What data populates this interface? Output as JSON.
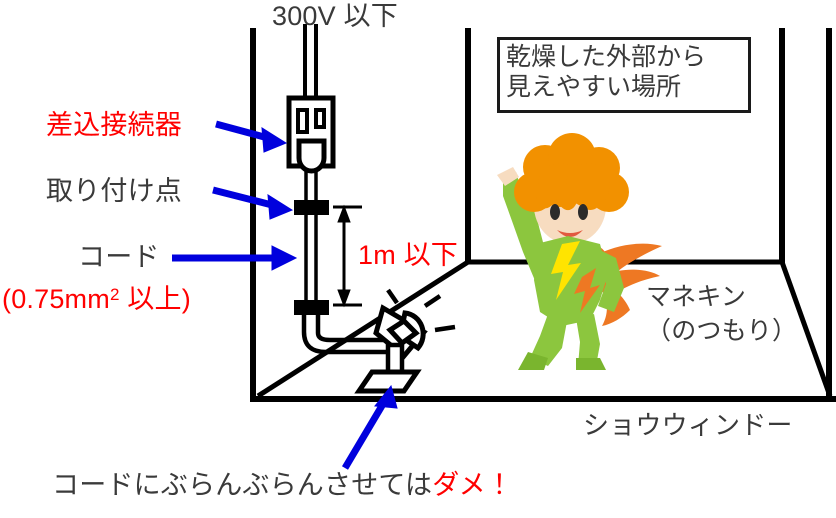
{
  "diagram": {
    "title": "300V 以下",
    "labels": {
      "plug_connector": "差込接続器",
      "attachment_point": "取り付け点",
      "cord": "コード",
      "cord_spec_prefix": "(0.75mm",
      "cord_spec_sup": "2",
      "cord_spec_suffix": " 以上)",
      "dimension_1m": "1m 以下",
      "mannequin_line1": "マネキン",
      "mannequin_line2": "（のつもり）",
      "show_window": "ショウウィンドー"
    },
    "callout_box": {
      "line1": "乾燥した外部から",
      "line2": "見えやすい場所"
    },
    "caption": {
      "normal": "コードにぶらんぶらんさせては",
      "emphasis": "ダメ！"
    },
    "colors": {
      "red": "#ff0000",
      "dark_text": "#3a3a3a",
      "arrow_blue": "#0000dd",
      "line_black": "#000000",
      "hair_orange": "#f29100",
      "scarf_orange": "#ee7823",
      "outfit_green": "#8cc63e",
      "outfit_green_dark": "#7ab52e",
      "accent_yellow": "#ffe400",
      "skin": "#f7dcc0",
      "mouth_red": "#e2593f"
    }
  }
}
